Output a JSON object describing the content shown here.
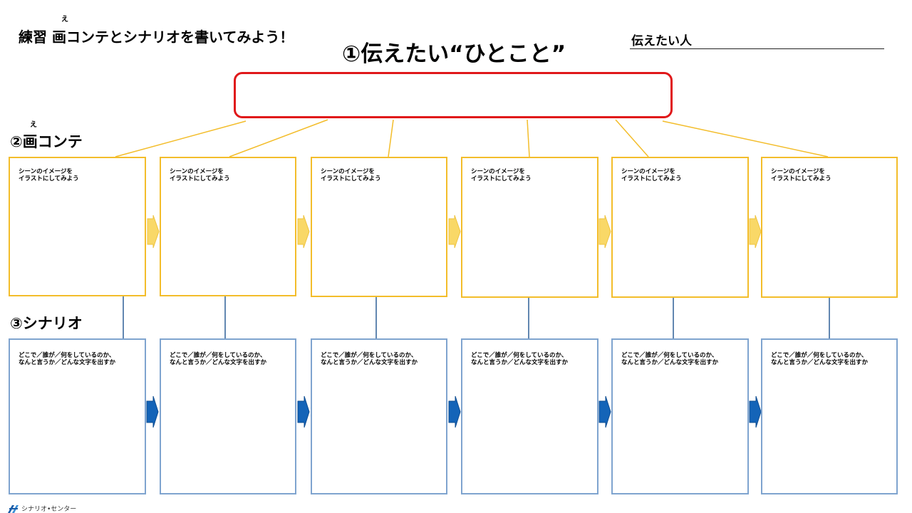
{
  "header": {
    "title": "練習 画コンテとシナリオを書いてみよう！",
    "title_ruby": "え",
    "heading": "①伝えたい“ひとこと”",
    "person_label": "伝えたい人"
  },
  "sections": {
    "storyboard": {
      "label": "②画コンテ",
      "ruby": "え"
    },
    "scenario": {
      "label": "③シナリオ"
    }
  },
  "storyboard_panels": [
    {
      "hint": "シーンのイメージを\nイラストにしてみよう"
    },
    {
      "hint": "シーンのイメージを\nイラストにしてみよう"
    },
    {
      "hint": "シーンのイメージを\nイラストにしてみよう"
    },
    {
      "hint": "シーンのイメージを\nイラストにしてみよう"
    },
    {
      "hint": "シーンのイメージを\nイラストにしてみよう"
    },
    {
      "hint": "シーンのイメージを\nイラストにしてみよう"
    }
  ],
  "scenario_panels": [
    {
      "hint": "どこで／誰が／何をしているのか、\nなんと言うか／どんな文字を出すか"
    },
    {
      "hint": "どこで／誰が／何をしているのか、\nなんと言うか／どんな文字を出すか"
    },
    {
      "hint": "どこで／誰が／何をしているのか、\nなんと言うか／どんな文字を出すか"
    },
    {
      "hint": "どこで／誰が／何をしているのか、\nなんと言うか／どんな文字を出すか"
    },
    {
      "hint": "どこで／誰が／何をしているのか、\nなんと言うか／どんな文字を出すか"
    },
    {
      "hint": "どこで／誰が／何をしているのか、\nなんと言うか／どんな文字を出すか"
    }
  ],
  "footer": {
    "brand": "シナリオ•センター",
    "icon": "scenario-center-logo-icon"
  },
  "colors": {
    "message_border": "#e0181a",
    "storyboard_border": "#f3bd2b",
    "storyboard_arrow": "#f9d867",
    "scenario_border": "#7fa4cf",
    "scenario_arrow": "#1464b8",
    "connector_blue": "#2e5f97"
  }
}
